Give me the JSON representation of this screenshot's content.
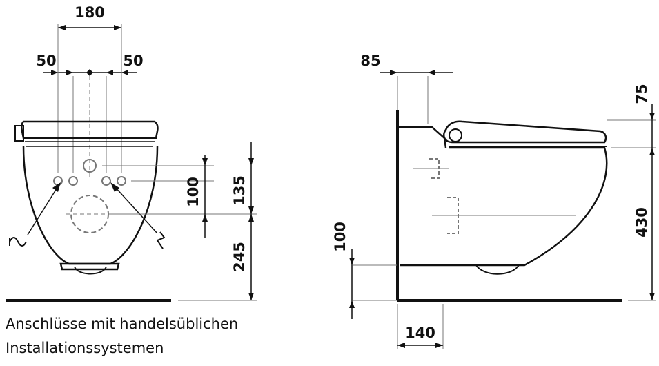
{
  "front_view": {
    "dims": {
      "width_total": "180",
      "left_offset": "50",
      "right_offset": "50",
      "height_100": "100",
      "height_135": "135",
      "height_245": "245"
    }
  },
  "side_view": {
    "dims": {
      "depth_85": "85",
      "top_75": "75",
      "height_430": "430",
      "floor_100": "100",
      "base_140": "140"
    }
  },
  "caption": {
    "line1": "Anschlüsse mit handelsüblichen",
    "line2": "Installationssystemen"
  },
  "colors": {
    "line": "#111111",
    "aux": "#777777",
    "background": "#ffffff"
  }
}
